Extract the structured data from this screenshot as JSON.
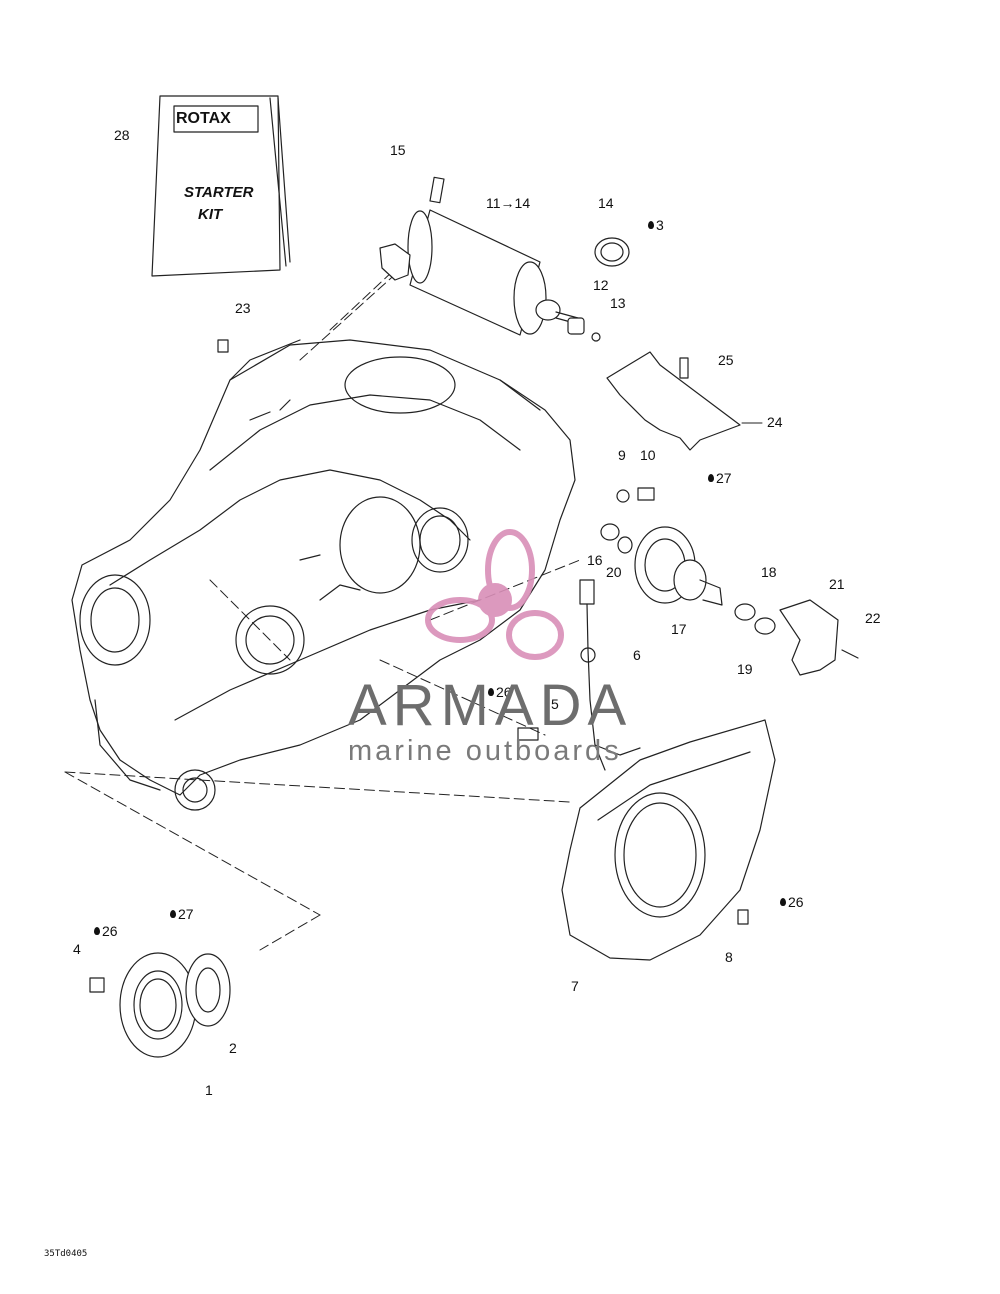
{
  "kit": {
    "brand": "ROTAX",
    "line1": "STARTER",
    "line2": "KIT"
  },
  "labels": {
    "l28": "28",
    "l15": "15",
    "l11_14": "11→14",
    "l14": "14",
    "l3": "3",
    "l12": "12",
    "l13": "13",
    "l23": "23",
    "l25": "25",
    "l24": "24",
    "l9": "9",
    "l10": "10",
    "l27a": "27",
    "l16": "16",
    "l20": "20",
    "l18": "18",
    "l21": "21",
    "l22": "22",
    "l17": "17",
    "l19": "19",
    "l6": "6",
    "l26a": "26",
    "l5": "5",
    "l26b": "26",
    "l8": "8",
    "l7": "7",
    "l27b": "27",
    "l26c": "26",
    "l4": "4",
    "l2": "2",
    "l1": "1"
  },
  "watermark": {
    "title": "ARMADA",
    "subtitle": "marine outboards",
    "accent": "#d98fb8"
  },
  "drawing_code": "35Td0405"
}
